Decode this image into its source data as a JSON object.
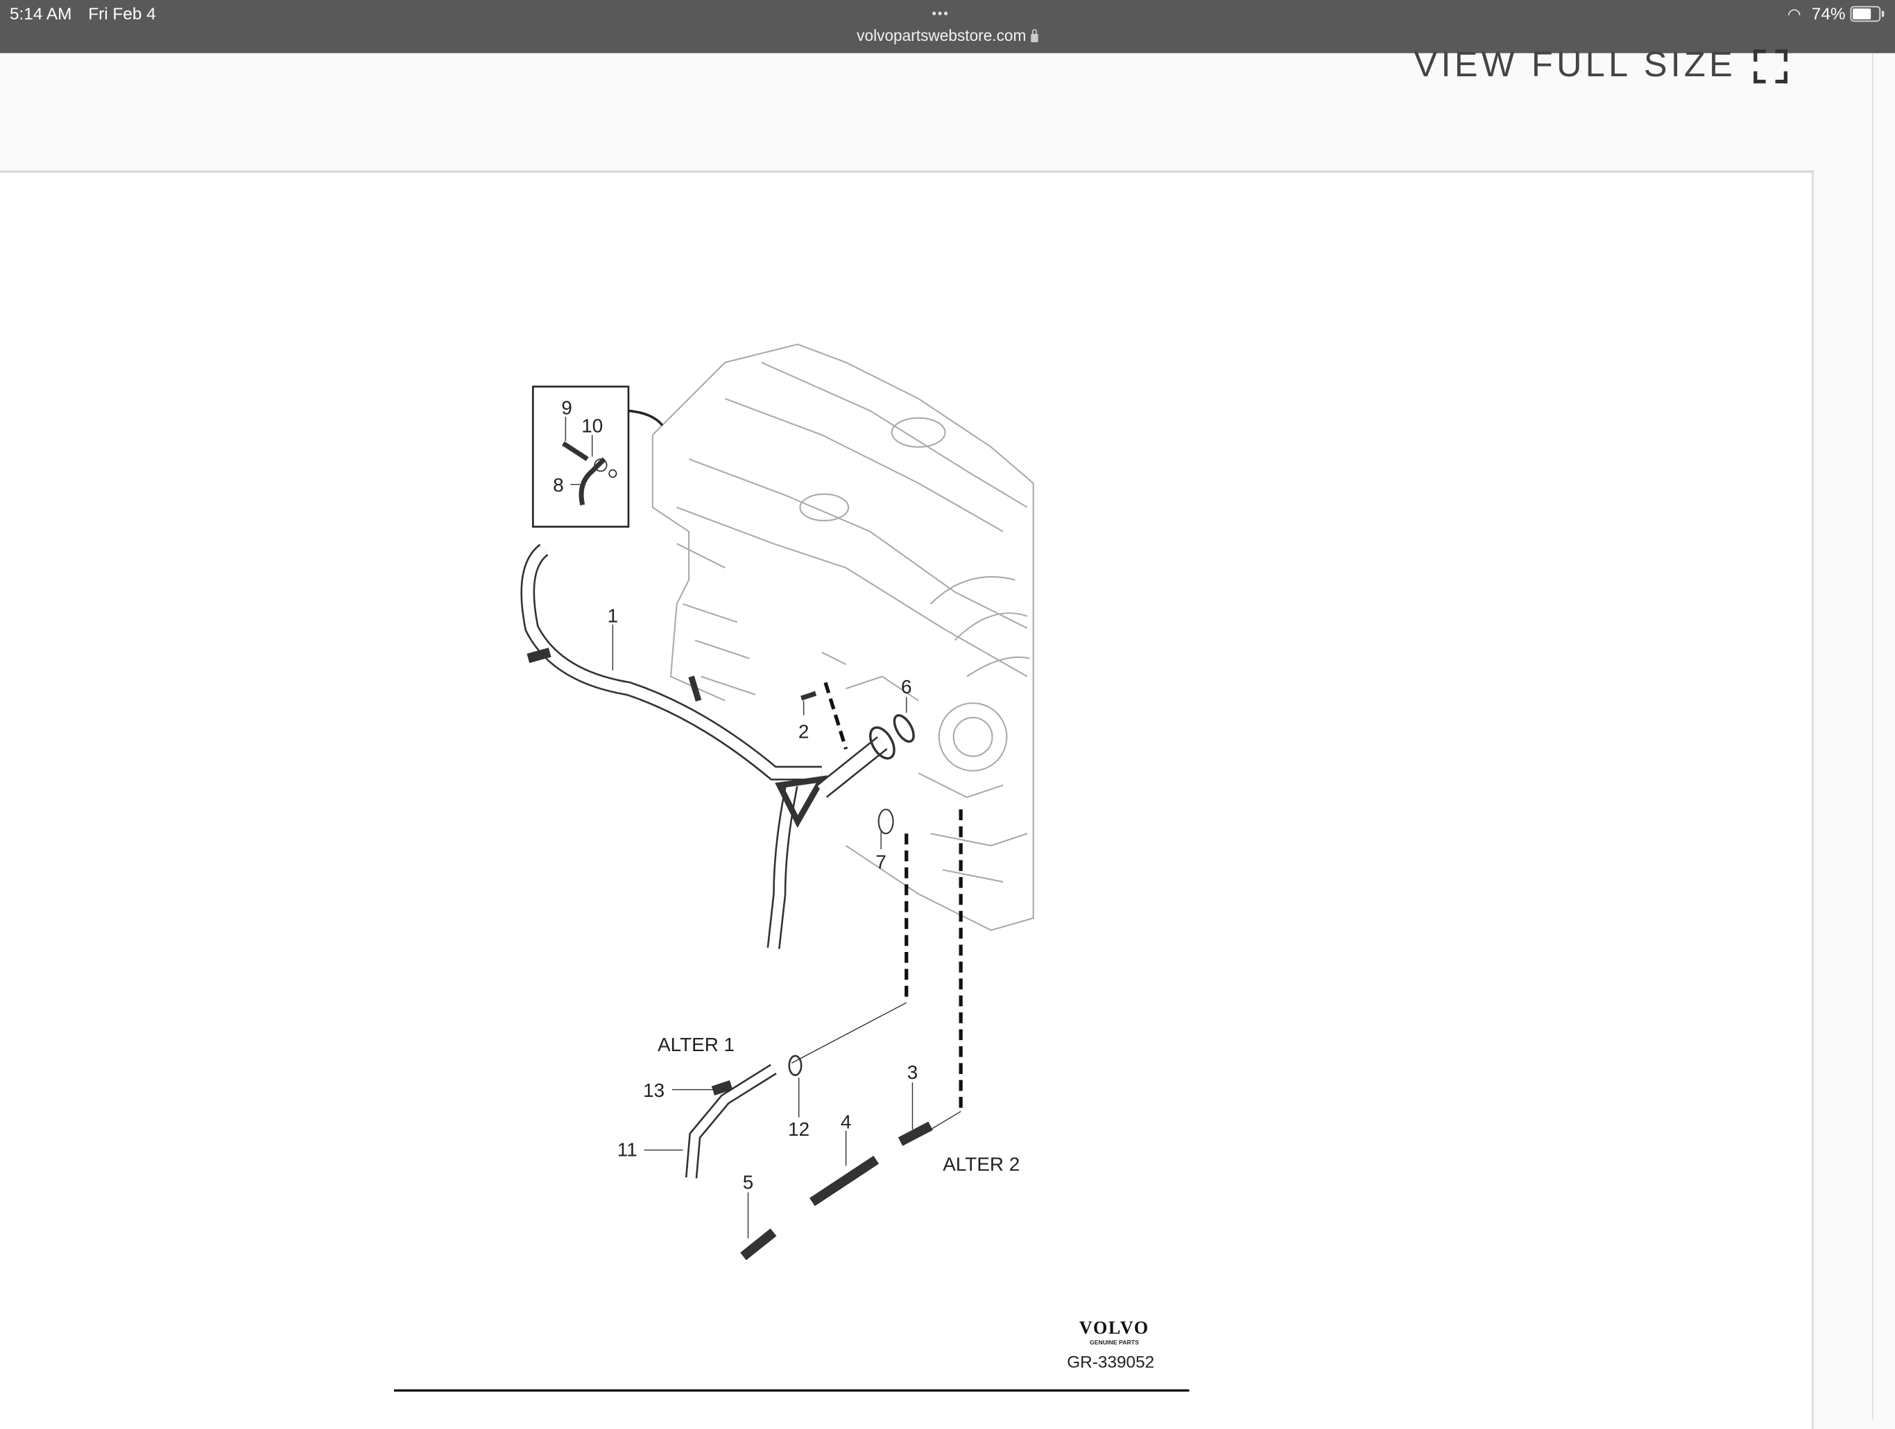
{
  "status_bar": {
    "time": "5:14 AM",
    "date": "Fri Feb 4",
    "url": "volvopartswebstore.com",
    "battery_percent": "74%",
    "battery_level": 0.74,
    "menu_dots": "•••"
  },
  "header": {
    "view_full_size_label": "VIEW FULL SIZE"
  },
  "diagram": {
    "callouts": {
      "c1": "1",
      "c2": "2",
      "c3": "3",
      "c4": "4",
      "c5": "5",
      "c6": "6",
      "c7": "7",
      "c8": "8",
      "c9": "9",
      "c10": "10",
      "c11": "11",
      "c12": "12",
      "c13": "13"
    },
    "alter1": "ALTER 1",
    "alter2": "ALTER 2",
    "logo_brand": "VOLVO",
    "logo_sub": "GENUINE PARTS",
    "diagram_id": "GR-339052"
  }
}
